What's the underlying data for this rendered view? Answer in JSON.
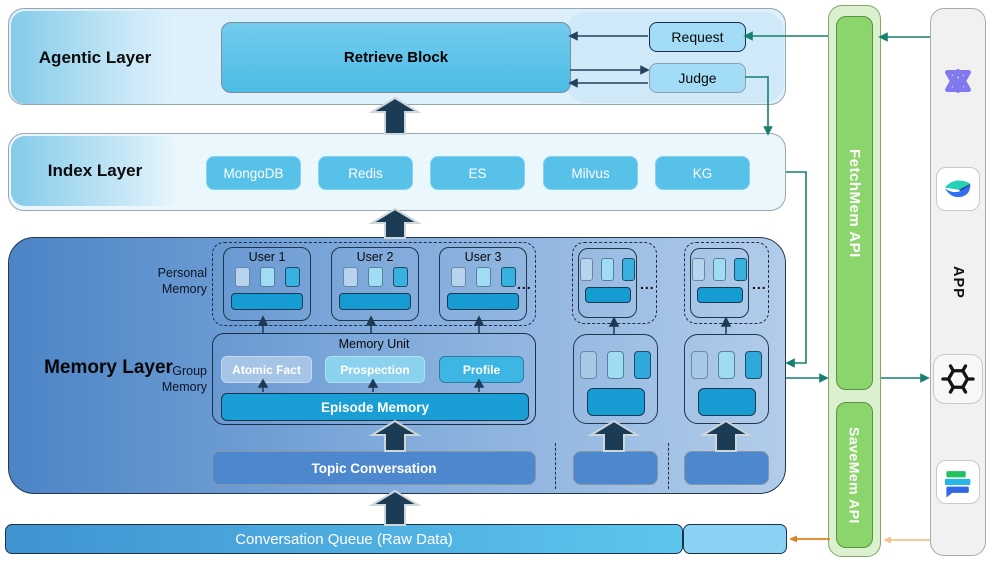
{
  "agentic_layer": {
    "label": "Agentic Layer",
    "retrieve_block": "Retrieve Block",
    "request": "Request",
    "judge": "Judge"
  },
  "index_layer": {
    "label": "Index Layer",
    "stores": [
      "MongoDB",
      "Redis",
      "ES",
      "Milvus",
      "KG"
    ]
  },
  "memory_layer": {
    "label": "Memory Layer",
    "personal_memory_label": "Personal Memory",
    "group_memory_label": "Group Memory",
    "users": [
      "User 1",
      "User 2",
      "User 3"
    ],
    "ellipsis": "...",
    "memory_unit": {
      "label": "Memory Unit",
      "boxes": [
        "Atomic Fact",
        "Prospection",
        "Profile"
      ],
      "episode_memory": "Episode Memory"
    },
    "topic_conversation": "Topic Conversation"
  },
  "conversation_queue": {
    "label": "Conversation Queue (Raw Data)"
  },
  "api_bars": {
    "fetch_mem": "FetchMem API",
    "save_mem": "SaveMem API"
  },
  "app_panel": {
    "label": "APP",
    "icons": [
      "qwen-icon",
      "lark-icon",
      "openai-icon",
      "docs-icon"
    ]
  },
  "colors": {
    "teal_line": "#17806E",
    "orange_line": "#E0801F",
    "light_orange_line": "#F3C48E",
    "api_green": "#8CD56C",
    "index_chip_blue": "#57C1E9",
    "episode_blue": "#199FD6",
    "topic_blue": "#4D87CD",
    "memory_gradient_left": "#4C84C6",
    "memory_gradient_right": "#B2CCEA",
    "big_arrow_navy": "#1C3C55"
  }
}
